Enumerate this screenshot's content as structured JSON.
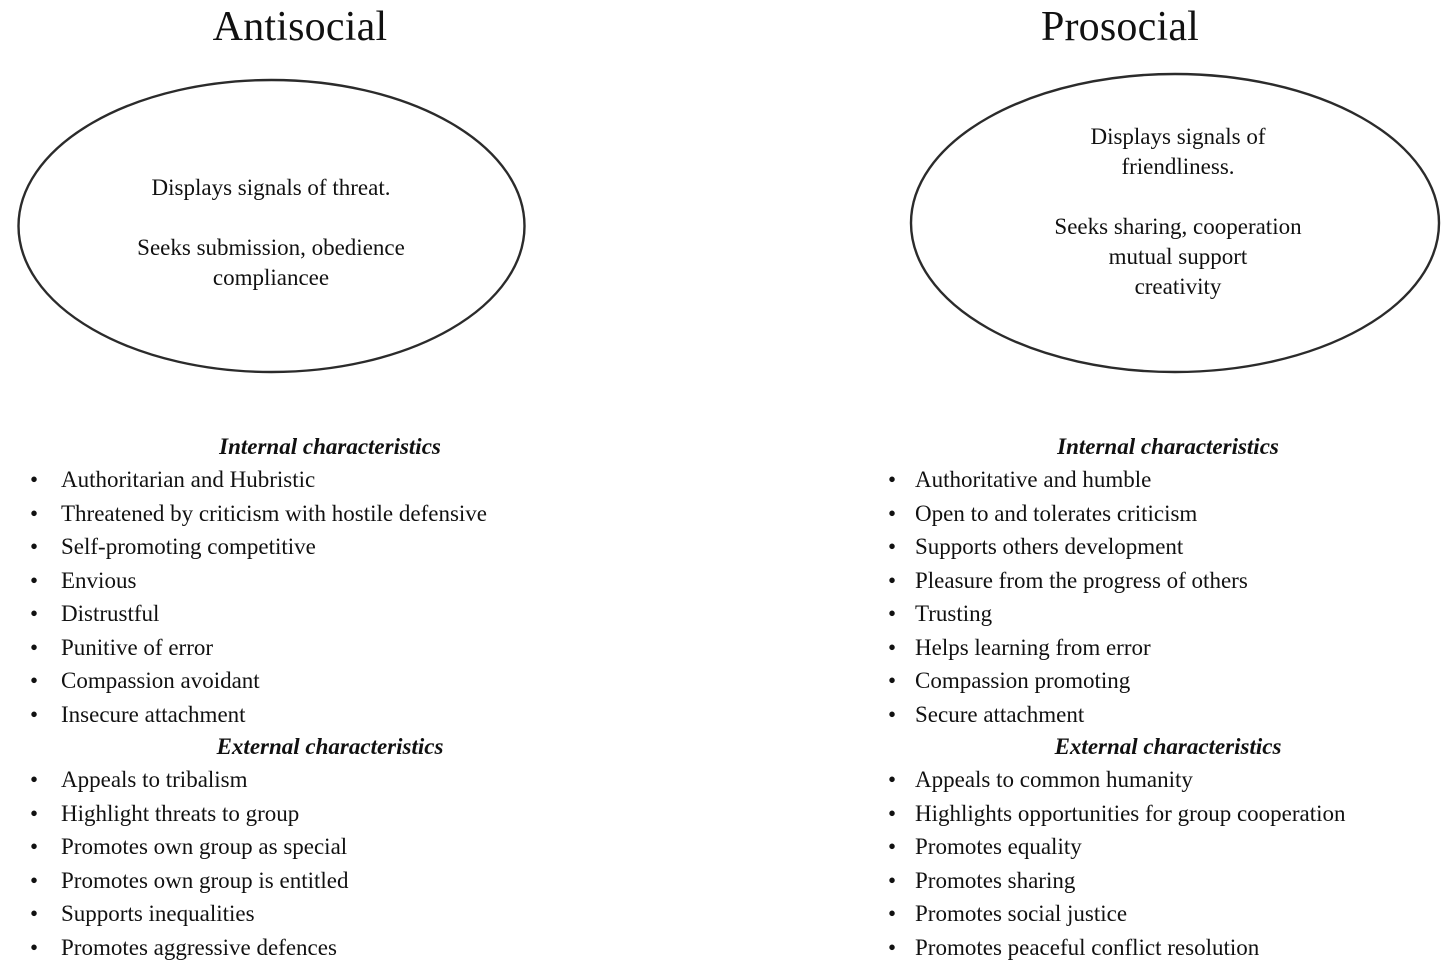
{
  "diagram": {
    "type": "two-column comparison diagram",
    "background_color": "#ffffff",
    "text_color": "#111111",
    "ellipse_stroke_color": "#2b2b2b"
  },
  "columns": [
    {
      "id": "antisocial",
      "title": "Antisocial",
      "ellipse": {
        "lines": [
          "Displays signals of threat.",
          "Seeks submission, obedience",
          "compliancee"
        ],
        "paragraph_1": "Displays signals of threat.",
        "paragraph_2_line_1": "Seeks submission, obedience",
        "paragraph_2_line_2": "compliancee"
      },
      "sections": [
        {
          "heading": "Internal characteristics",
          "items": [
            "Authoritarian and Hubristic",
            "Threatened by criticism with hostile defensive",
            "Self-promoting competitive",
            "Envious",
            "Distrustful",
            "Punitive of error",
            "Compassion avoidant",
            "Insecure attachment"
          ]
        },
        {
          "heading": "External characteristics",
          "items": [
            "Appeals to tribalism",
            "Highlight threats to group",
            "Promotes own group as special",
            "Promotes own group is entitled",
            "Supports inequalities",
            "Promotes aggressive defences"
          ]
        }
      ]
    },
    {
      "id": "prosocial",
      "title": "Prosocial",
      "ellipse": {
        "lines": [
          "Displays signals of",
          "friendliness.",
          "Seeks sharing, cooperation",
          "mutual support",
          "creativity"
        ],
        "paragraph_1_line_1": "Displays signals of",
        "paragraph_1_line_2": "friendliness.",
        "paragraph_2_line_1": "Seeks sharing, cooperation",
        "paragraph_2_line_2": "mutual support",
        "paragraph_2_line_3": "creativity"
      },
      "sections": [
        {
          "heading": "Internal characteristics",
          "items": [
            "Authoritative and humble",
            "Open to and tolerates criticism",
            "Supports others development",
            "Pleasure from the progress of others",
            "Trusting",
            "Helps learning from error",
            "Compassion promoting",
            "Secure attachment"
          ]
        },
        {
          "heading": "External characteristics",
          "items": [
            "Appeals to common humanity",
            "Highlights opportunities for group cooperation",
            "Promotes equality",
            "Promotes sharing",
            "Promotes social justice",
            "Promotes peaceful conflict resolution"
          ]
        }
      ]
    }
  ],
  "bullet_glyph": "•"
}
